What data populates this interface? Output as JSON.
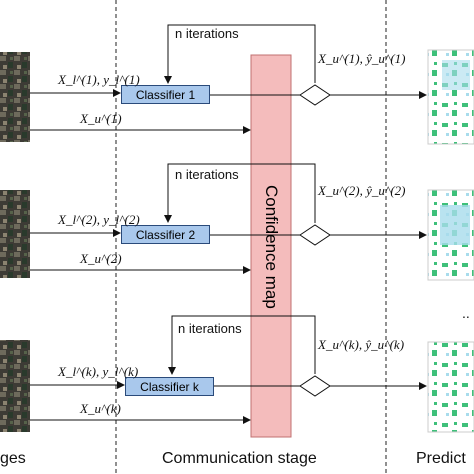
{
  "stages": {
    "left_caption": "ges",
    "middle_caption": "Communication stage",
    "right_caption": "Predict"
  },
  "confidence_map_label": "Confidence map",
  "rows": [
    {
      "classifier_label": "Classifier 1",
      "labeled_input": "X_l^(1), y_l^(1)",
      "unlabeled_input": "X_u^(1)",
      "iterations_label": "n iterations",
      "selected_output": "X_u^(1), ŷ_u^(1)"
    },
    {
      "classifier_label": "Classifier 2",
      "labeled_input": "X_l^(2), y_l^(2)",
      "unlabeled_input": "X_u^(2)",
      "iterations_label": "n iterations",
      "selected_output": "X_u^(2), ŷ_u^(2)"
    },
    {
      "classifier_label": "Classifier k",
      "labeled_input": "X_l^(k), y_l^(k)",
      "unlabeled_input": "X_u^(k)",
      "iterations_label": "n iterations",
      "selected_output": "X_u^(k), ŷ_u^(k)"
    }
  ],
  "ellipsis": "..",
  "colors": {
    "classifier_fill": "#a9c8ec",
    "confidence_map_fill": "#f4bcbc",
    "prediction_green": "#3ec07a",
    "prediction_water": "#a8dcec"
  }
}
